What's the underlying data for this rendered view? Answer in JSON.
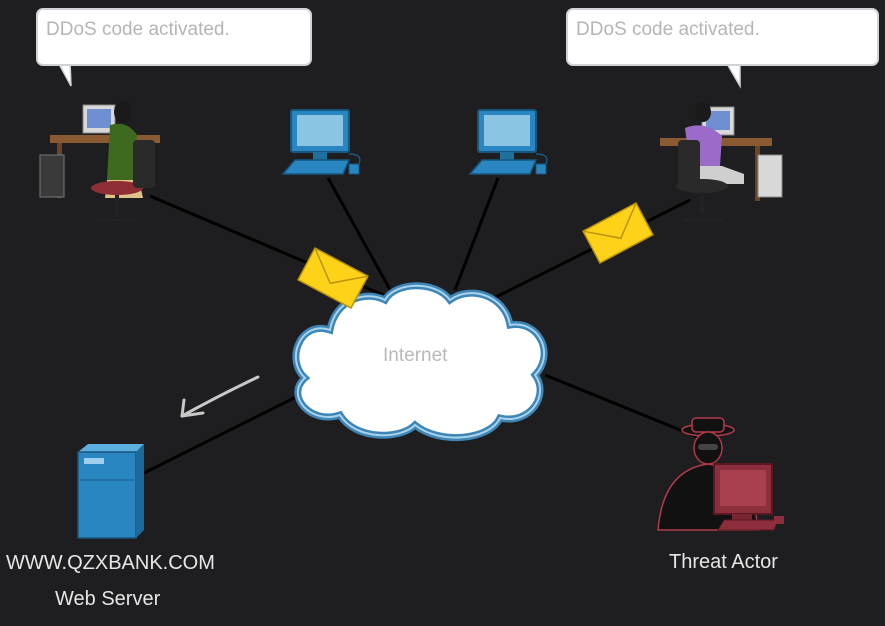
{
  "bubbles": {
    "left": "DDoS code activated.",
    "right": "DDoS code activated."
  },
  "cloud": {
    "label": "Internet"
  },
  "web_server": {
    "domain": "WWW.QZXBANK.COM",
    "caption": "Web Server"
  },
  "threat_actor": {
    "caption": "Threat Actor"
  },
  "icons": {
    "envelope": "envelope-icon",
    "pc": "desktop-pc-icon",
    "server": "server-tower-icon",
    "user": "user-at-desk-icon",
    "hacker": "hacker-icon"
  },
  "colors": {
    "background": "#1e1e21",
    "link": "#000000",
    "pc_blue": "#2a86c0",
    "envelope": "#ffd21a",
    "threat": "#8c2e3c"
  }
}
